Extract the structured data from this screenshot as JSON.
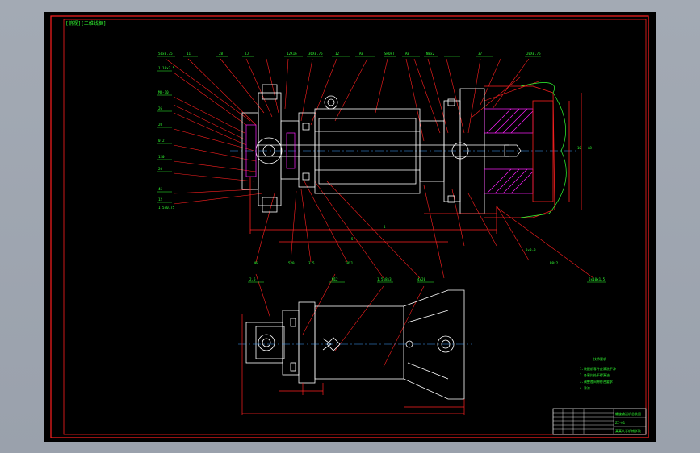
{
  "title_tag": "[俯视][二维线框]",
  "labels_top": [
    "54x0.75",
    "11",
    "28",
    "JJ",
    "12X16",
    "36X0.75",
    "12",
    "A8",
    "SHORT",
    "A8",
    "N8x2",
    "37",
    "20X0.75"
  ],
  "labels_left": [
    "1:10x3.5",
    "M8-10",
    "26",
    "20",
    "0.2",
    "120",
    "20",
    "45",
    "12",
    "1.5x0.75"
  ],
  "labels_bottom": [
    "M6",
    "520",
    "3.5",
    "10X1",
    "1.5x8x3",
    "4x20",
    "2.5",
    "M12",
    "5x10x1.5",
    "3x8-3"
  ],
  "labels_right_misc": [
    "B8x2"
  ],
  "dims": [
    "4",
    "5",
    "10",
    "A8"
  ],
  "tech_notes": {
    "heading": "技术要求",
    "lines": [
      "1.装配前零件应清洗干净",
      "2.各密封处不得漏油",
      "3.调整各间隙符合要求",
      "4.涂漆"
    ]
  },
  "title_block": {
    "drawing_name": "螺旋输送机总装图",
    "drawing_no": "ZZ-01",
    "company": "某某大学机械学院"
  },
  "colors": {
    "frame": "#ff2020",
    "part": "#ffffff",
    "label": "#32ff32",
    "hatch": "#ff20ff",
    "center": "#3fa0ff",
    "leader": "#ff2020"
  }
}
